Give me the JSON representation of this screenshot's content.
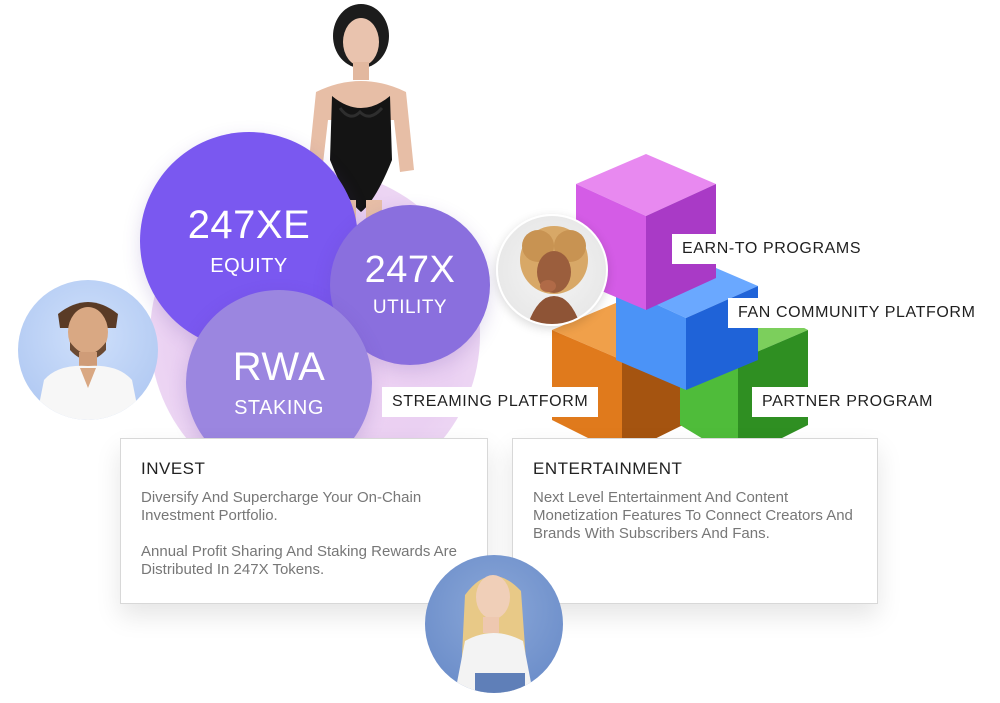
{
  "circles": [
    {
      "title": "247XE",
      "subtitle": "EQUITY"
    },
    {
      "title": "247X",
      "subtitle": "UTILITY"
    },
    {
      "title": "RWA",
      "subtitle": "STAKING"
    }
  ],
  "labels": {
    "earn": "EARN-TO PROGRAMS",
    "fan": "FAN COMMUNITY PLATFORM",
    "streaming": "STREAMING PLATFORM",
    "partner": "PARTNER PROGRAM"
  },
  "cards": {
    "invest": {
      "title": "INVEST",
      "p1": "Diversify And Supercharge Your On-Chain Investment Portfolio.",
      "p2": "Annual Profit Sharing And Staking Rewards Are Distributed In 247X Tokens."
    },
    "entertainment": {
      "title": "ENTERTAINMENT",
      "p1": "Next Level Entertainment And Content Monetization Features To Connect Creators And Brands With Subscribers And Fans."
    }
  },
  "colors": {
    "purple_cube": "#d45ce6",
    "blue_cube": "#2f7fef",
    "orange_cube": "#e07a1c",
    "green_cube": "#3fae2f",
    "equity_circle": "#7a58f0",
    "utility_circle": "#8a6fde",
    "staking_circle": "#9b86e0"
  },
  "icons": [
    "woman-bodysuit-photo",
    "man-white-shirt-photo",
    "woman-afro-photo",
    "woman-blonde-photo",
    "stacked-cubes-graphic"
  ]
}
